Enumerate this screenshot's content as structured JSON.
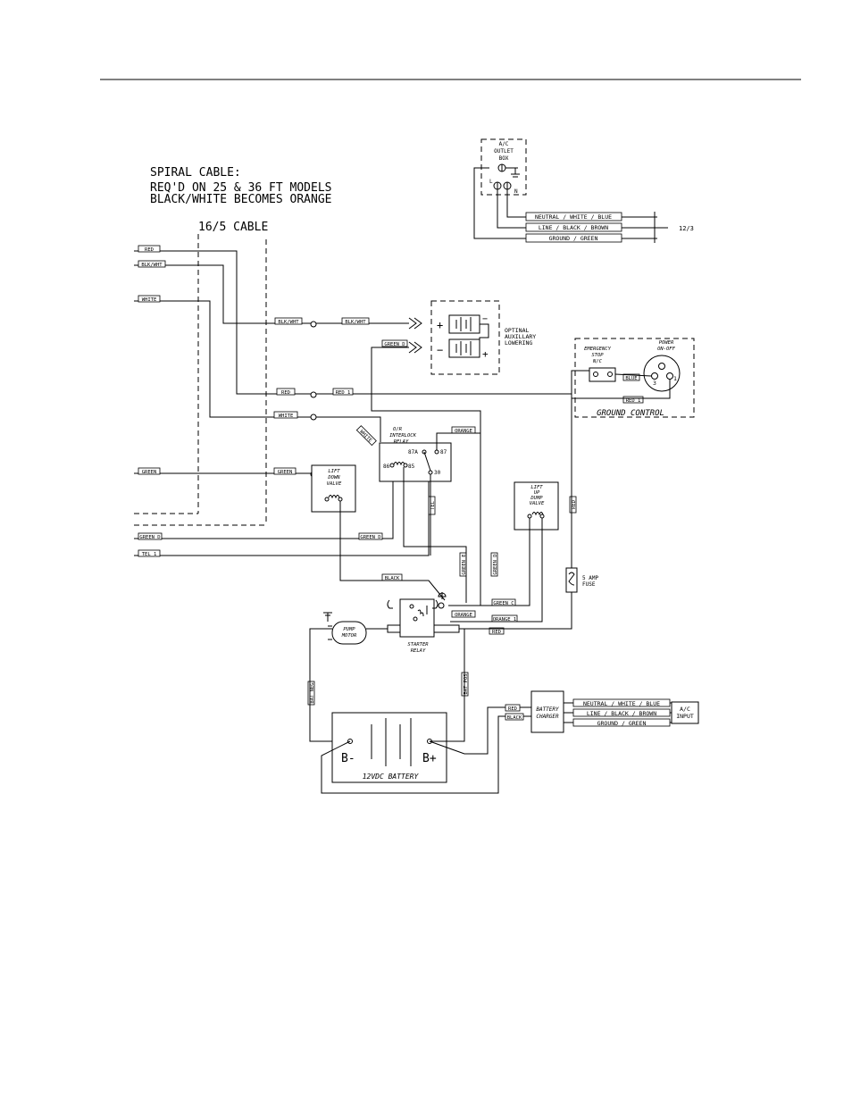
{
  "notes": {
    "spiral_title": "SPIRAL CABLE:",
    "spiral_line1": "REQ'D ON 25 & 36 FT MODELS",
    "spiral_line2": "BLACK/WHITE BECOMES ORANGE",
    "cable": "16/5 CABLE"
  },
  "outlet_box": {
    "title1": "A/C",
    "title2": "OUTLET",
    "title3": "BOX",
    "l": "L",
    "n": "N",
    "wire_neutral": "NEUTRAL / WHITE / BLUE",
    "wire_line": "LINE / BLACK / BROWN",
    "wire_ground": "GROUND / GREEN",
    "cable_size": "12/3"
  },
  "left_wires": {
    "red": "RED",
    "blkwht": "BLK/WHT",
    "white": "WHITE",
    "green": "GREEN",
    "green_d": "GREEN D",
    "tel": "TEL 1"
  },
  "mid_labels": {
    "blkwht_a": "BLK/WHT",
    "blkwht_b": "BLK/WHT",
    "green_d": "GREEN D",
    "red_a": "RED",
    "red_b": "RED 1",
    "white_a": "WHITE",
    "white_b": "WHITE",
    "orange": "ORANGE",
    "green_a": "GREEN",
    "green_d2": "GREEN D",
    "black": "BLACK",
    "green_e": "GREEN E",
    "green_d3": "GREEN D",
    "tel": "TEL",
    "green_c": "GREEN C",
    "orange_a": "ORANGE",
    "orange_1": "ORANGE 1",
    "red_c": "RED",
    "red_v": "RED",
    "bat_neg": "BAT NEG",
    "bat_pos": "BAT POS",
    "blue": "BLUE",
    "red_1": "RED 1"
  },
  "aux": {
    "line1": "OPTINAL",
    "line2": "AUXILLARY",
    "line3": "LOWERING",
    "plus": "+",
    "minus": "−"
  },
  "ground_control": {
    "title": "GROUND CONTROL",
    "estop1": "EMERGENCY",
    "estop2": "STOP",
    "estop3": "N/C",
    "power1": "POWER",
    "power2": "ON-OFF",
    "t3": "3",
    "t1": "1"
  },
  "relay": {
    "line1": "O/R",
    "line2": "INTERLOCK",
    "line3": "RELAY",
    "p87a": "87A",
    "p87": "87",
    "p86": "86",
    "p85": "85",
    "p30": "30"
  },
  "lift_down": {
    "line1": "LIFT",
    "line2": "DOWN",
    "line3": "VALVE"
  },
  "lift_up": {
    "line1": "LIFT",
    "line2": "UP",
    "line3": "DUMP",
    "line4": "VALVE"
  },
  "fuse": {
    "line1": "5 AMP",
    "line2": "FUSE"
  },
  "pump": {
    "line1": "PUMP",
    "line2": "MOTOR"
  },
  "starter": {
    "line1": "STARTER",
    "line2": "RELAY"
  },
  "battery": {
    "label": "12VDC BATTERY",
    "neg": "B-",
    "pos": "B+"
  },
  "charger": {
    "line1": "BATTERY",
    "line2": "CHARGER",
    "red": "RED",
    "black": "BLACK",
    "wire_neutral": "NEUTRAL / WHITE / BLUE",
    "wire_line": "LINE / BLACK / BROWN",
    "wire_ground": "GROUND / GREEN",
    "input1": "A/C",
    "input2": "INPUT"
  }
}
